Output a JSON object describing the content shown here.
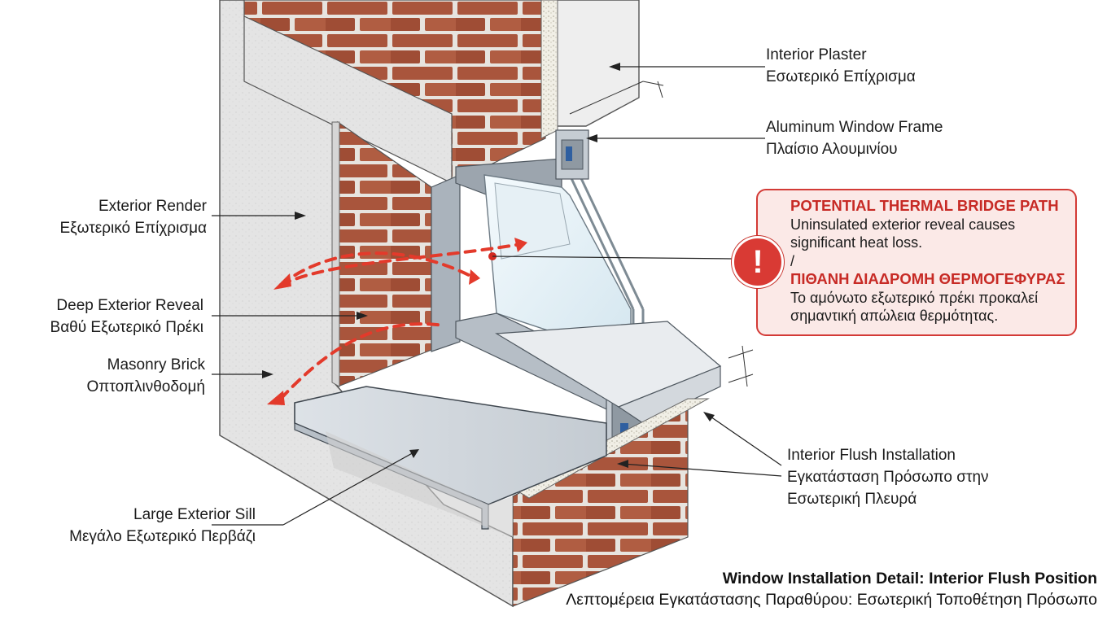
{
  "labels": {
    "interior_plaster": {
      "en": "Interior Plaster",
      "el": "Εσωτερικό Επίχρισμα"
    },
    "aluminum_frame": {
      "en": "Aluminum Window Frame",
      "el": "Πλαίσιο Αλουμινίου"
    },
    "exterior_render": {
      "en": "Exterior Render",
      "el": "Εξωτερικό Επίχρισμα"
    },
    "deep_reveal": {
      "en": "Deep Exterior Reveal",
      "el": "Βαθύ Εξωτερικό Πρέκι"
    },
    "masonry_brick": {
      "en": "Masonry Brick",
      "el": "Οπτοπλινθοδομή"
    },
    "large_sill": {
      "en": "Large Exterior Sill",
      "el": "Μεγάλο Εξωτερικό Περβάζι"
    },
    "interior_flush": {
      "en": "Interior Flush Installation",
      "el_line1": "Εγκατάσταση Πρόσωπο στην",
      "el_line2": "Εσωτερική Πλευρά"
    }
  },
  "warning": {
    "icon": "exclamation-icon",
    "title_en": "POTENTIAL THERMAL BRIDGE PATH",
    "body_en_line1": "Uninsulated exterior reveal causes",
    "body_en_line2": "significant heat loss.",
    "separator": "/",
    "title_el": "ΠΙΘΑΝΗ ΔΙΑΔΡΟΜΗ ΘΕΡΜΟΓΕΦΥΡΑΣ",
    "body_el_line1": "Το αμόνωτο εξωτερικό πρέκι προκαλεί",
    "body_el_line2": "σημαντική απώλεια θερμότητας."
  },
  "caption": {
    "title_en": "Window Installation Detail: Interior Flush Position",
    "title_el": "Λεπτομέρεια Εγκατάστασης Παραθύρου: Εσωτερική Τοποθέτηση Πρόσωπο"
  },
  "colors": {
    "warning_red": "#d33a36",
    "warning_fill": "#fbe9e7",
    "brick": "#a9553c",
    "render": "#e6e6e6",
    "aluminum": "#b9c0c8",
    "glass": "#dfeef6"
  }
}
